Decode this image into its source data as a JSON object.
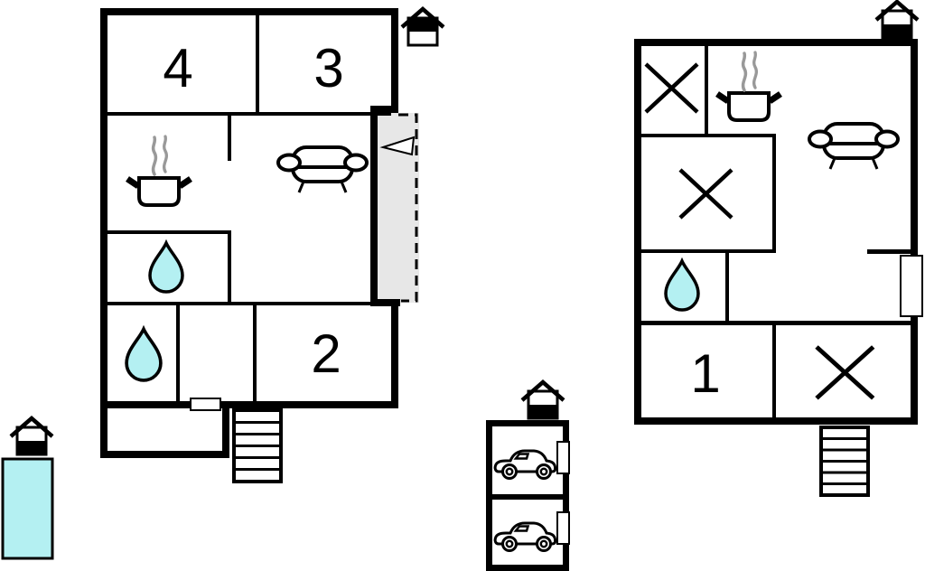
{
  "colors": {
    "wall": "#000000",
    "background": "#ffffff",
    "water": "#b4f0f2",
    "terrace": "#e7e7e7",
    "steam": "#999999"
  },
  "left_building": {
    "room_labels": {
      "top_left": "4",
      "top_right": "3",
      "bottom_right": "2"
    },
    "features": [
      "entrance-house-icon",
      "cooking-pot-with-steam-icon",
      "sofa-icon",
      "water-drop-icon",
      "water-drop-icon",
      "dashed-terrace",
      "arrow-triangle",
      "door-opening",
      "outdoor-stairs"
    ]
  },
  "right_building": {
    "room_labels": {
      "bottom_left": "1"
    },
    "features": [
      "entrance-house-icon",
      "cooking-pot-with-steam-icon",
      "sofa-icon",
      "water-drop-icon",
      "crossed-room-x",
      "crossed-room-x",
      "crossed-room-x",
      "door-opening",
      "outdoor-stairs"
    ]
  },
  "garage": {
    "features": [
      "entrance-house-icon",
      "car-icon",
      "car-icon",
      "door-opening",
      "door-opening"
    ]
  },
  "pool": {
    "features": [
      "entrance-house-icon",
      "water-basin"
    ]
  }
}
